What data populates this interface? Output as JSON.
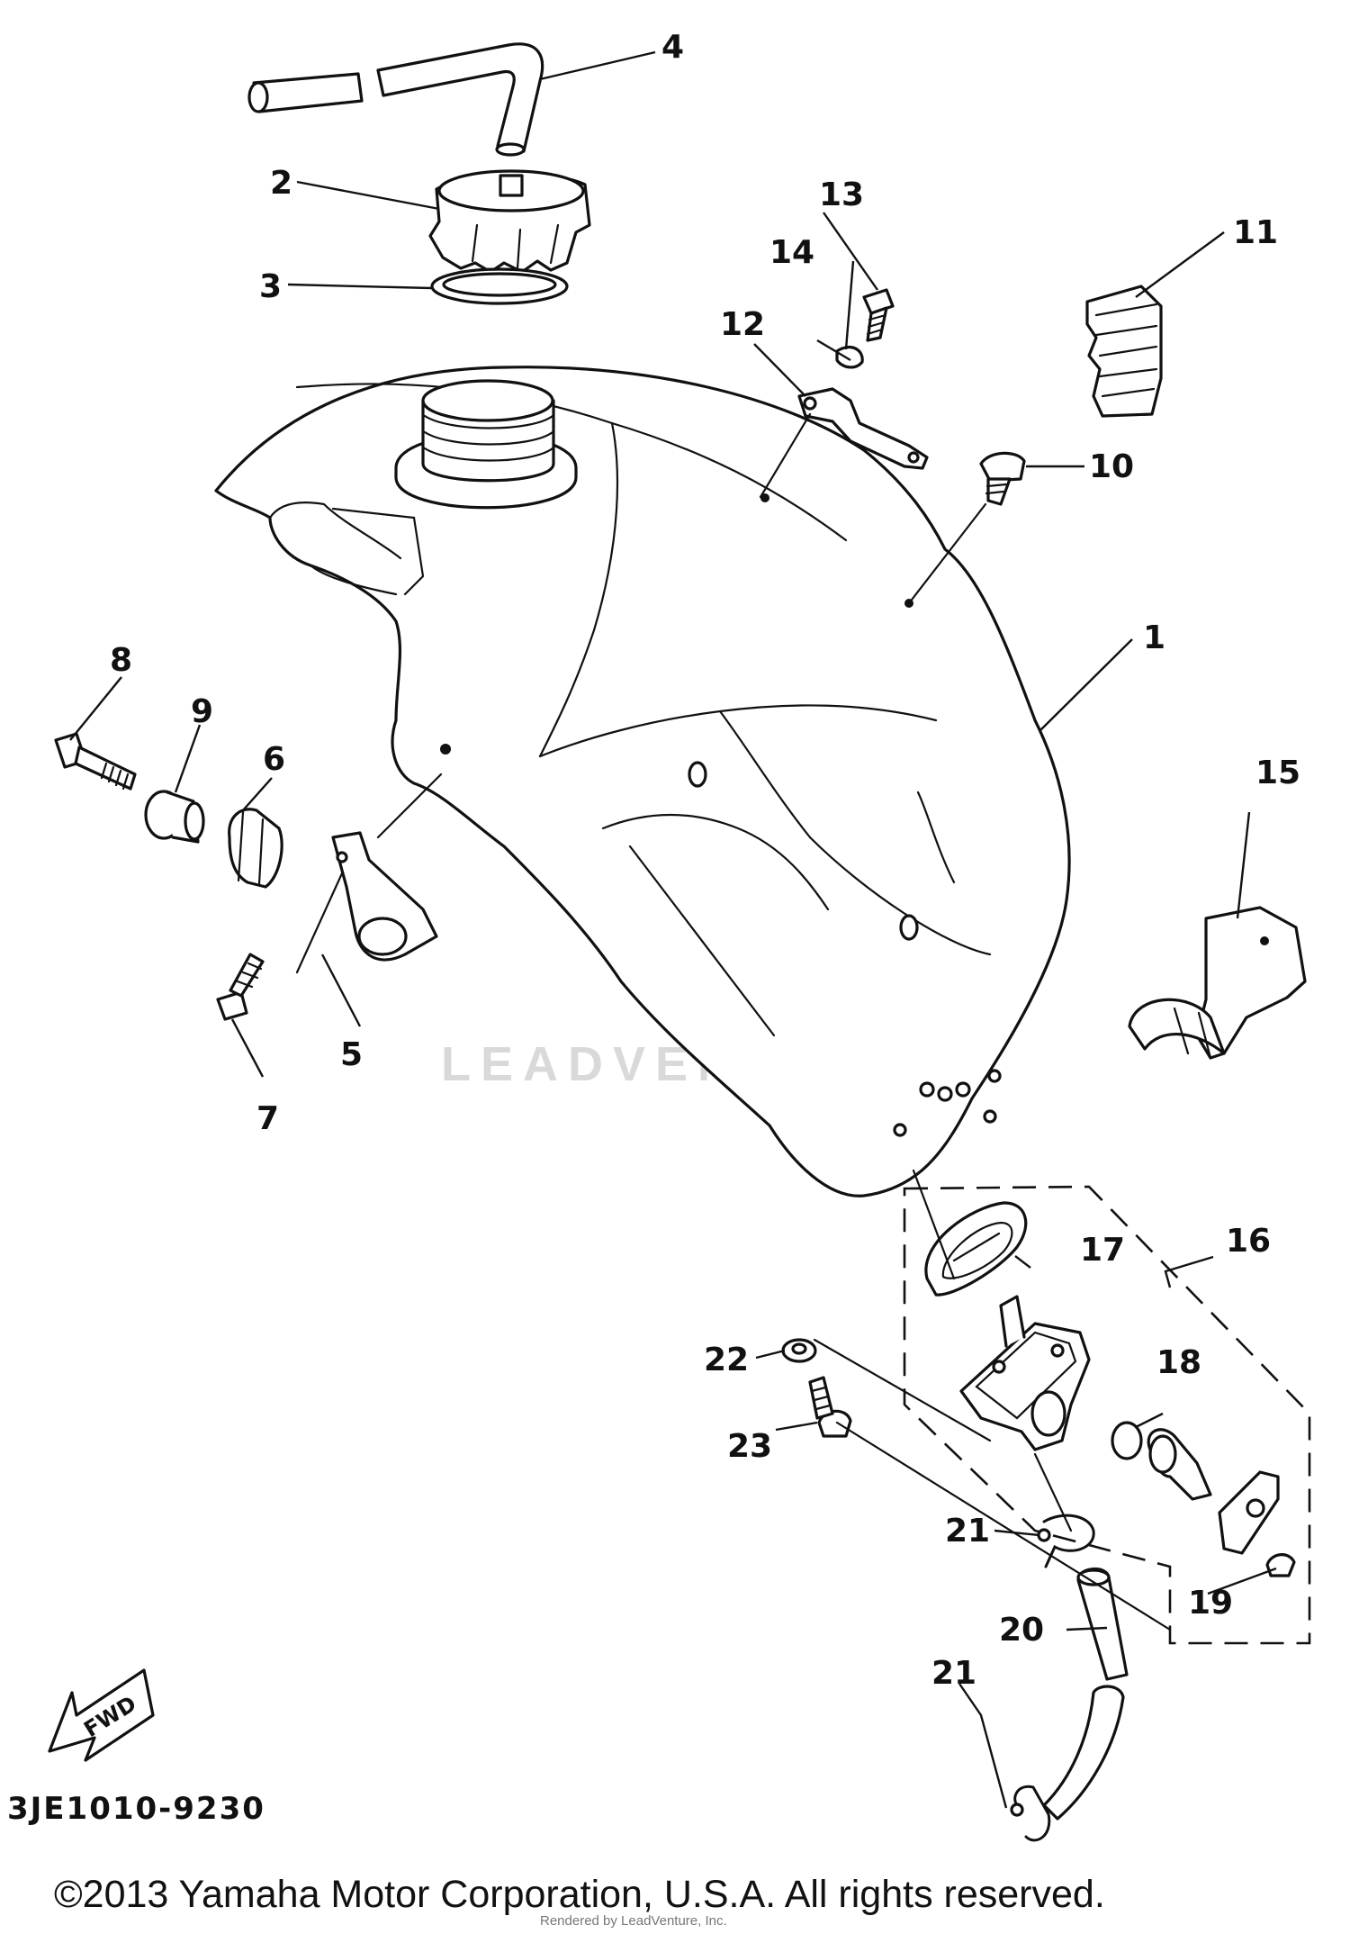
{
  "diagram": {
    "callouts": [
      {
        "id": "1",
        "label": "1"
      },
      {
        "id": "2",
        "label": "2"
      },
      {
        "id": "3",
        "label": "3"
      },
      {
        "id": "4",
        "label": "4"
      },
      {
        "id": "5",
        "label": "5"
      },
      {
        "id": "6",
        "label": "6"
      },
      {
        "id": "7",
        "label": "7"
      },
      {
        "id": "8",
        "label": "8"
      },
      {
        "id": "9",
        "label": "9"
      },
      {
        "id": "10",
        "label": "10"
      },
      {
        "id": "11",
        "label": "11"
      },
      {
        "id": "12",
        "label": "12"
      },
      {
        "id": "13",
        "label": "13"
      },
      {
        "id": "14",
        "label": "14"
      },
      {
        "id": "15",
        "label": "15"
      },
      {
        "id": "16",
        "label": "16"
      },
      {
        "id": "17",
        "label": "17"
      },
      {
        "id": "18",
        "label": "18"
      },
      {
        "id": "19",
        "label": "19"
      },
      {
        "id": "20",
        "label": "20"
      },
      {
        "id": "21a",
        "label": "21"
      },
      {
        "id": "21b",
        "label": "21"
      },
      {
        "id": "22",
        "label": "22"
      },
      {
        "id": "23",
        "label": "23"
      }
    ],
    "fwd_label": "FWD",
    "diagram_code": "3JE1010-9230",
    "watermark": "LEADVENTURE",
    "copyright": "©2013 Yamaha Motor Corporation, U.S.A. All rights reserved.",
    "rendered_by": "Rendered by LeadVenture, Inc."
  }
}
